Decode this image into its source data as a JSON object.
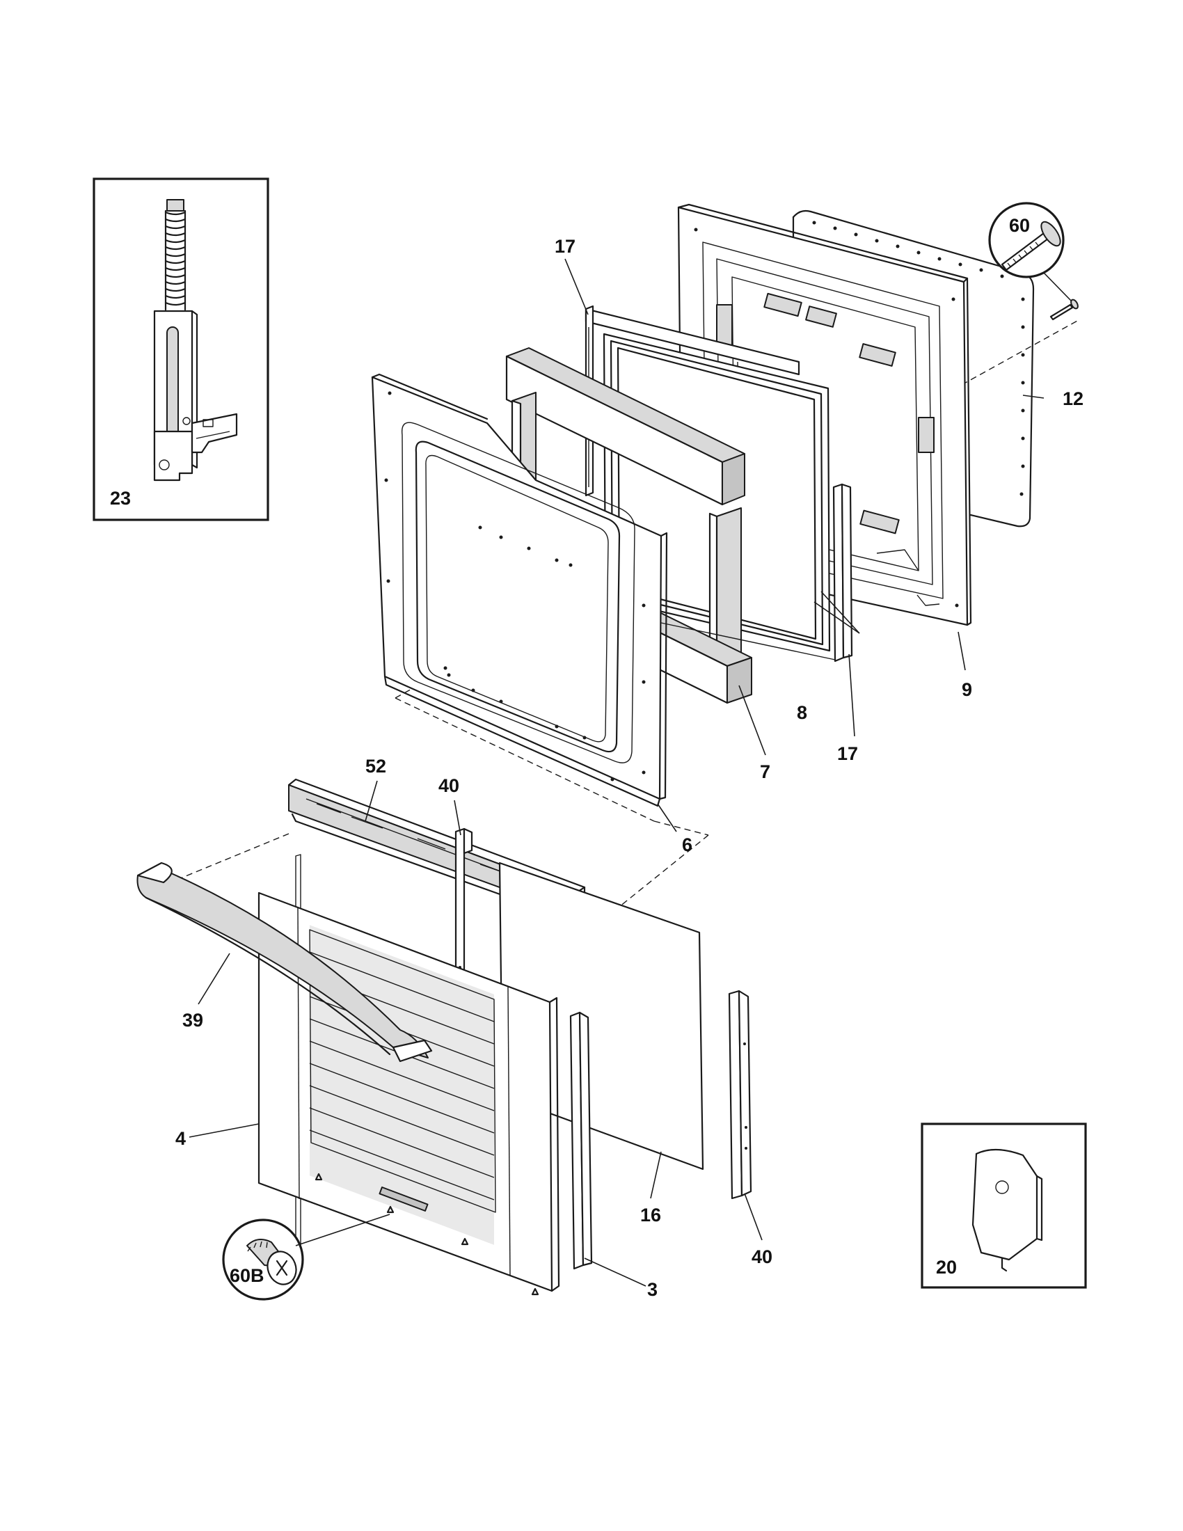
{
  "callouts": {
    "c3": "3",
    "c4": "4",
    "c6": "6",
    "c7": "7",
    "c8": "8",
    "c9": "9",
    "c12": "12",
    "c16": "16",
    "c17a": "17",
    "c17b": "17",
    "c20": "20",
    "c23": "23",
    "c39": "39",
    "c40a": "40",
    "c40b": "40",
    "c52": "52",
    "c60": "60",
    "c60b": "60B"
  },
  "colors": {
    "line": "#1a1a1a",
    "shade": "#d9d9d9",
    "background": "#ffffff"
  }
}
